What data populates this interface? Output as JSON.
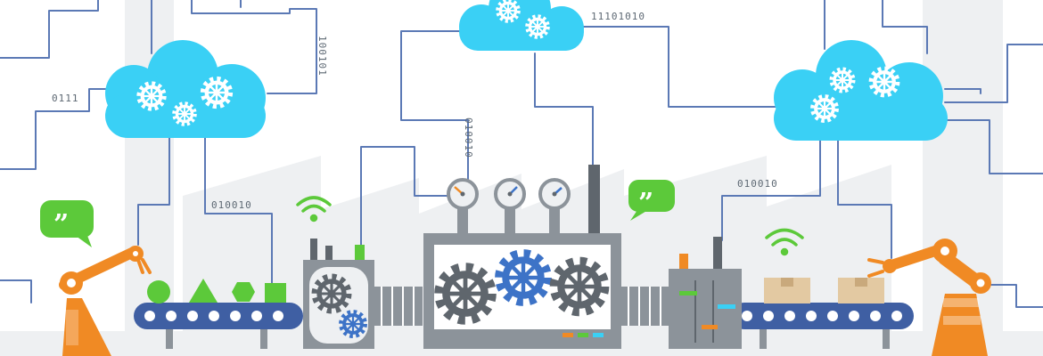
{
  "colors": {
    "cloud": "#3ad0f5",
    "wire": "#5b79b5",
    "factory": "#eef0f2",
    "machine": "#8c939a",
    "machine_dark": "#5f666d",
    "belt": "#3f5fa3",
    "robot": "#f08a24",
    "green": "#5cc93a",
    "gear_grey": "#5f666d",
    "gear_blue": "#3d73c7",
    "box": "#e3c9a2"
  },
  "binary_labels": {
    "left_a": "0111",
    "left_b": "100101",
    "mid_left": "010010",
    "center_top": "11101010",
    "center_vertical": "010010",
    "right": "010010"
  },
  "bubbles": {
    "left_quote": "”",
    "right_quote": "”"
  },
  "icons": [
    "cloud-icon",
    "gear-icon",
    "wifi-icon",
    "speech-bubble-icon",
    "robot-arm-icon",
    "pressure-gauge-icon",
    "cardboard-box-icon"
  ]
}
